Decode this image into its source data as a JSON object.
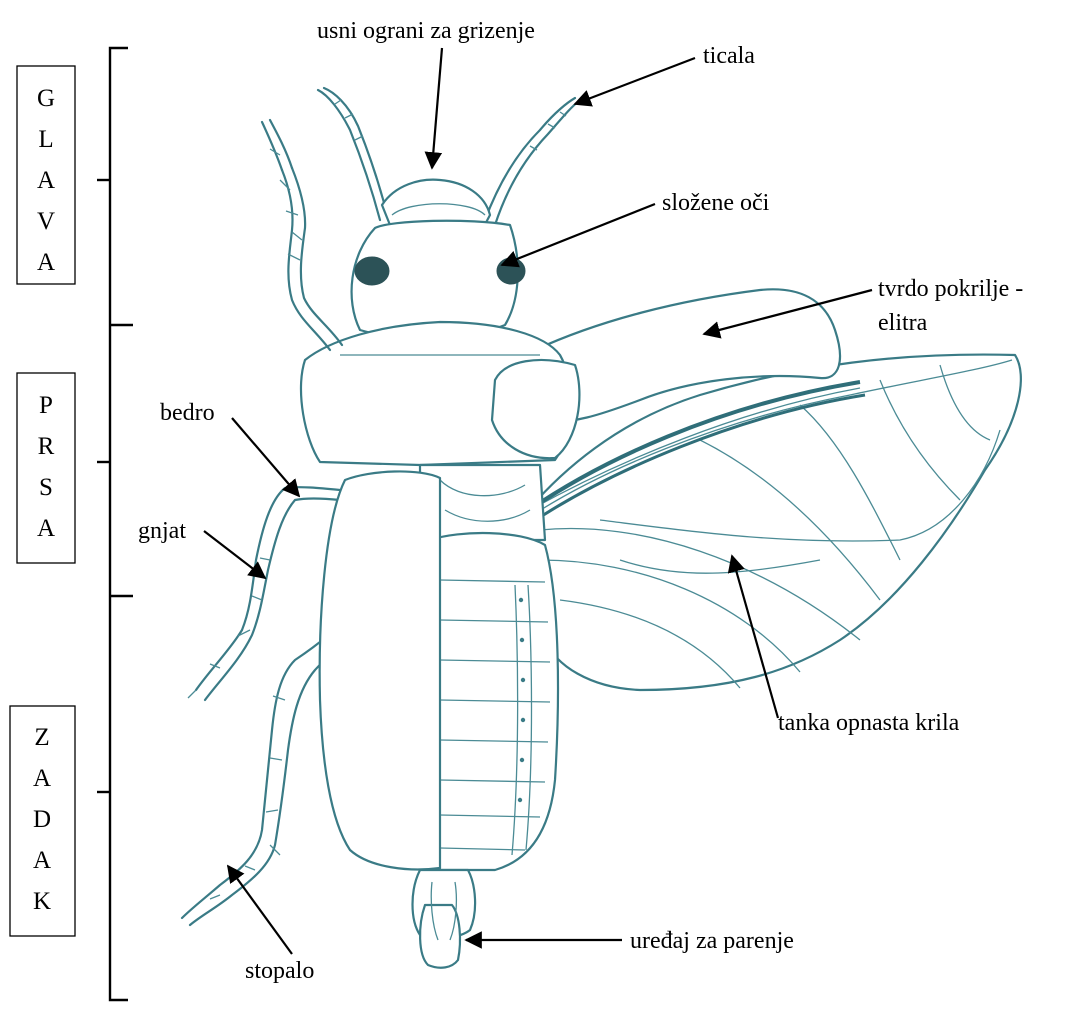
{
  "regions": {
    "head": "GLAVA",
    "thorax": "PRSA",
    "abdomen": "ZADAK"
  },
  "labels": {
    "mouthparts": "usni ograni za grizenje",
    "antennae": "ticala",
    "eyes": "složene oči",
    "elytra_line1": "tvrdo pokrilje -",
    "elytra_line2": "elitra",
    "femur": "bedro",
    "tibia": "gnjat",
    "wings": "tanka opnasta krila",
    "tarsus": "stopalo",
    "genitalia": "uređaj za parenje"
  },
  "colors": {
    "insect_outline": "#3a7b86",
    "text": "#000000"
  }
}
